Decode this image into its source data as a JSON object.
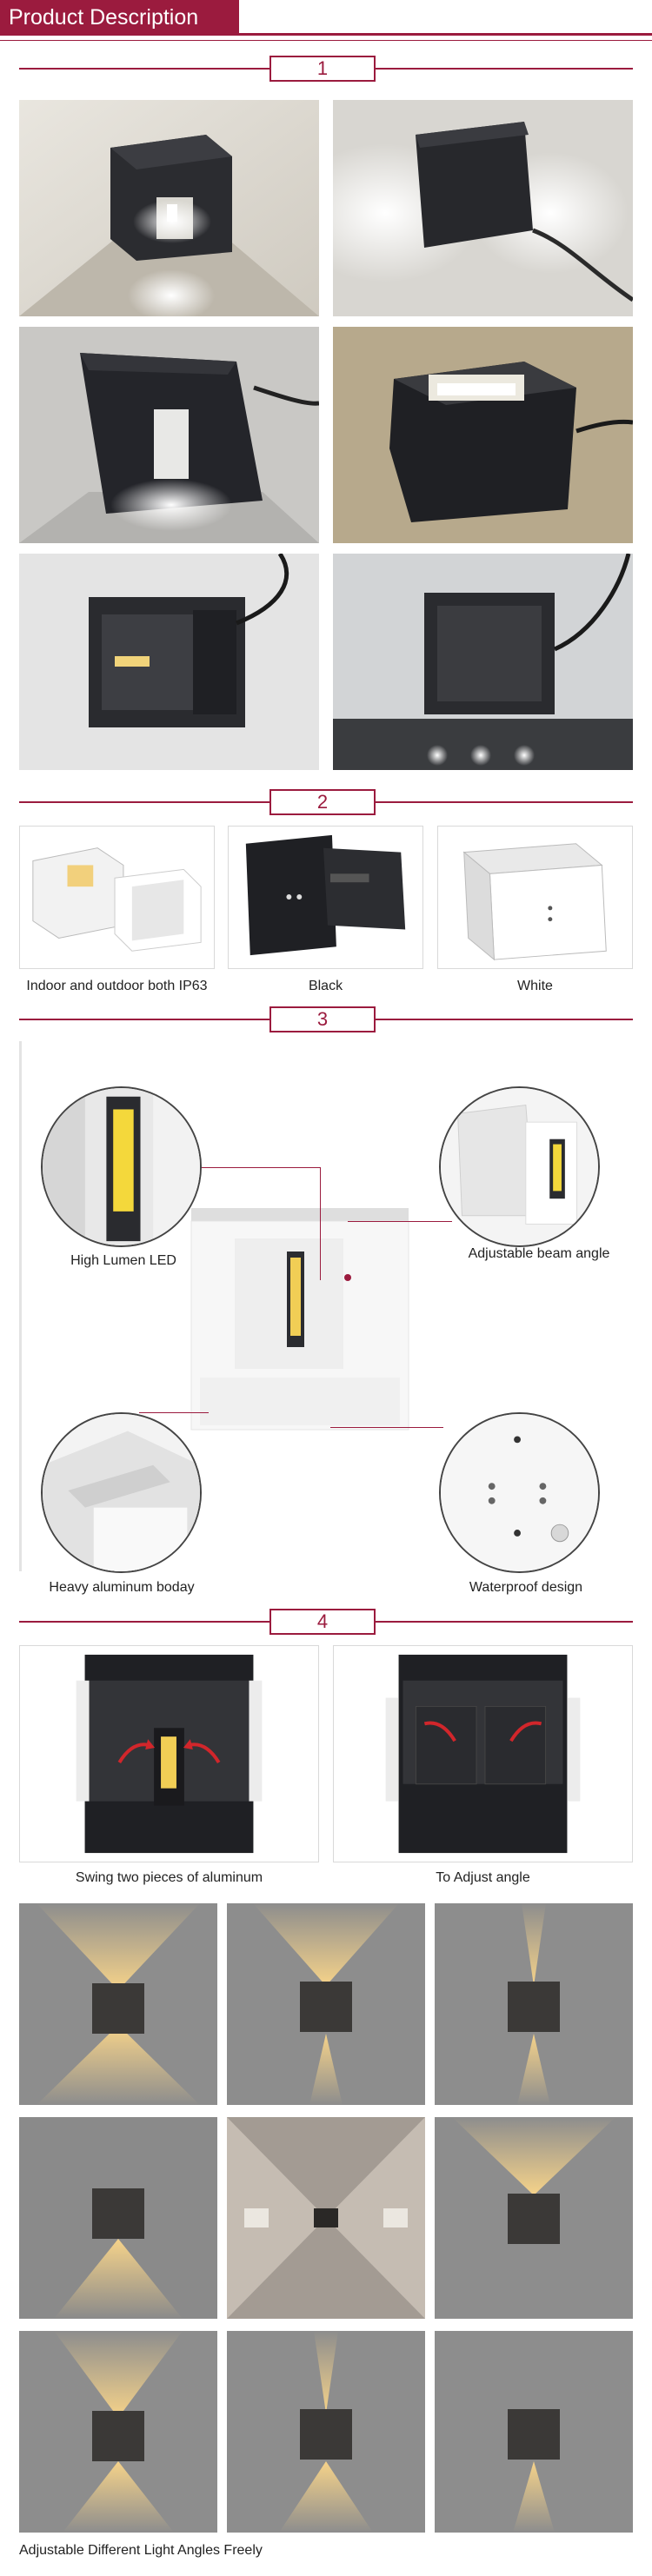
{
  "header": {
    "title": "Product Description"
  },
  "sections": [
    {
      "number": "1"
    },
    {
      "number": "2"
    },
    {
      "number": "3"
    },
    {
      "number": "4"
    }
  ],
  "section2": {
    "captions": [
      "Indoor and outdoor both IP63",
      "Black",
      "White"
    ]
  },
  "section3": {
    "callouts": {
      "high_lumen": "High Lumen LED",
      "beam_angle": "Adjustable beam angle",
      "aluminum_body": "Heavy aluminum boday",
      "waterproof": "Waterproof design"
    }
  },
  "section4": {
    "captions": [
      "Swing two pieces of aluminum",
      "To Adjust angle"
    ]
  },
  "footer": {
    "caption": "Adjustable Different Light Angles Freely"
  },
  "colors": {
    "accent": "#9b1b3e",
    "lamp_black": "#26272b",
    "lamp_white": "#f2f2f2",
    "warm_light": "#f4c96a"
  }
}
